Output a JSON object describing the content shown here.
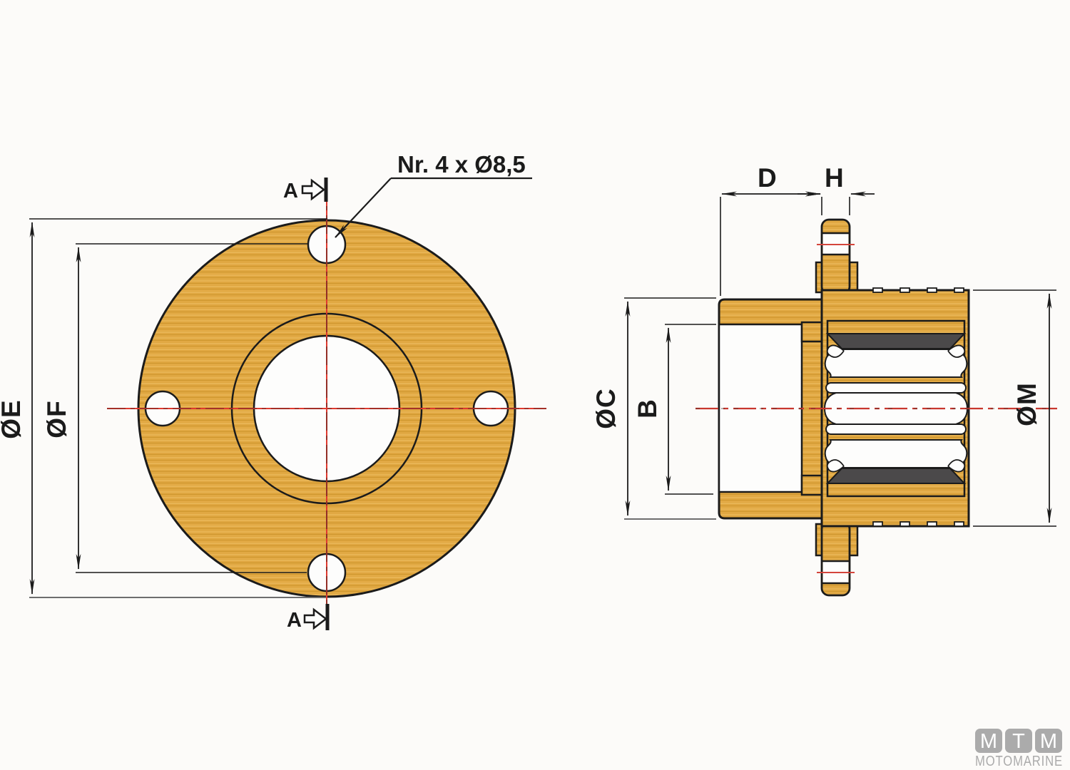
{
  "front_view": {
    "section_marker": "A",
    "hole_note": "Nr. 4 x Ø8,5",
    "dim_outer_diameter": "ØE",
    "dim_bolt_circle": "ØF"
  },
  "side_view": {
    "dim_hub_length": "D",
    "dim_flange_thickness": "H",
    "dim_hub_outer": "ØC",
    "dim_bore": "B",
    "dim_drum_outer": "ØM"
  },
  "logo": {
    "blocks": [
      "M",
      "T",
      "M"
    ],
    "subtitle": "MOTOMARINE"
  },
  "colors": {
    "brass_gold": "#DFA640",
    "rubber_dark": "#4B494A",
    "outline_black": "#1B1B1B",
    "centerline_red": "#E0392E",
    "logo_gray": "#ABABAB",
    "background": "#FCFBF9"
  }
}
